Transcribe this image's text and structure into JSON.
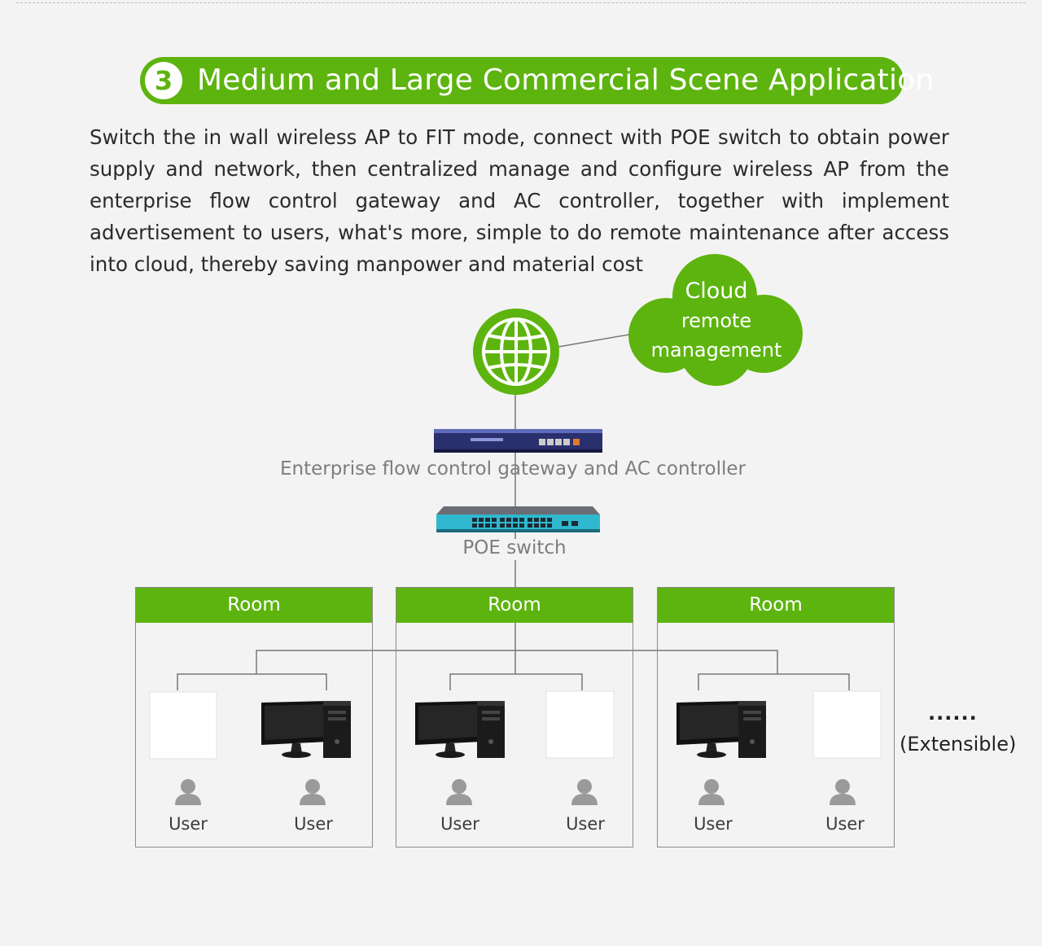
{
  "title": {
    "number": "3",
    "text": "Medium and Large Commercial Scene Application"
  },
  "description": "Switch the in wall wireless AP to FIT mode, connect with POE switch to obtain power supply and network, then centralized manage and configure wireless AP from the enterprise flow control gateway and AC controller, together with implement advertisement to users, what's more, simple to do remote maintenance after access into cloud, thereby saving manpower and material cost",
  "cloud": {
    "line1": "Cloud",
    "line2": "remote",
    "line3": "management"
  },
  "gateway_label": "Enterprise flow control gateway and AC controller",
  "switch_label": "POE switch",
  "rooms": [
    {
      "title": "Room",
      "users": [
        "User",
        "User"
      ]
    },
    {
      "title": "Room",
      "users": [
        "User",
        "User"
      ]
    },
    {
      "title": "Room",
      "users": [
        "User",
        "User"
      ]
    }
  ],
  "extensible": {
    "dots": "......",
    "label": "(Extensible)"
  },
  "colors": {
    "green": "#5db40e",
    "line": "#777777",
    "text_gray": "#7d7d7d"
  }
}
